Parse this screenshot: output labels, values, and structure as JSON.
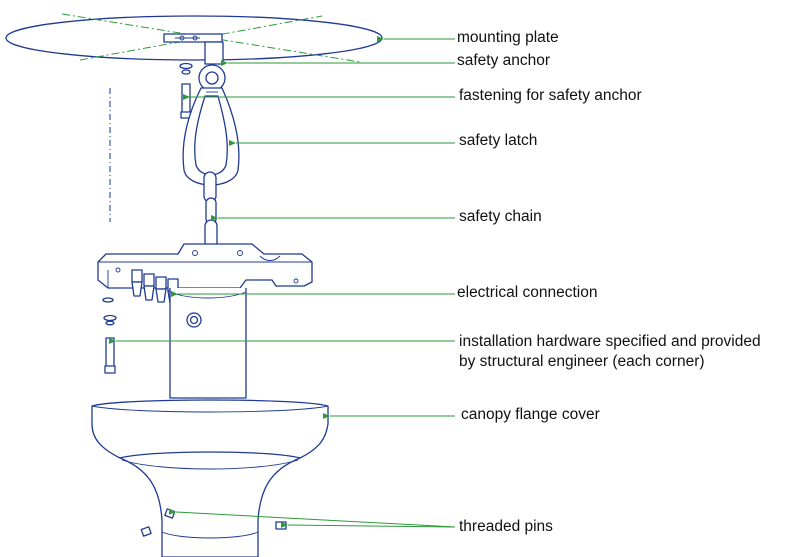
{
  "labels": {
    "mounting_plate": "mounting plate",
    "safety_anchor": "safety anchor",
    "fastening_for_safety_anchor": "fastening for safety anchor",
    "safety_latch": "safety latch",
    "safety_chain": "safety chain",
    "electrical_connection": "electrical connection",
    "installation_hardware_line1": "installation hardware specified and provided",
    "installation_hardware_line2": "by structural engineer (each corner)",
    "canopy_flange_cover": "canopy flange cover",
    "threaded_pins": "threaded pins"
  },
  "colors": {
    "drawing_stroke": "#1f3a93",
    "leader_line": "#2e9a3a",
    "text": "#111111",
    "background": "#ffffff"
  }
}
